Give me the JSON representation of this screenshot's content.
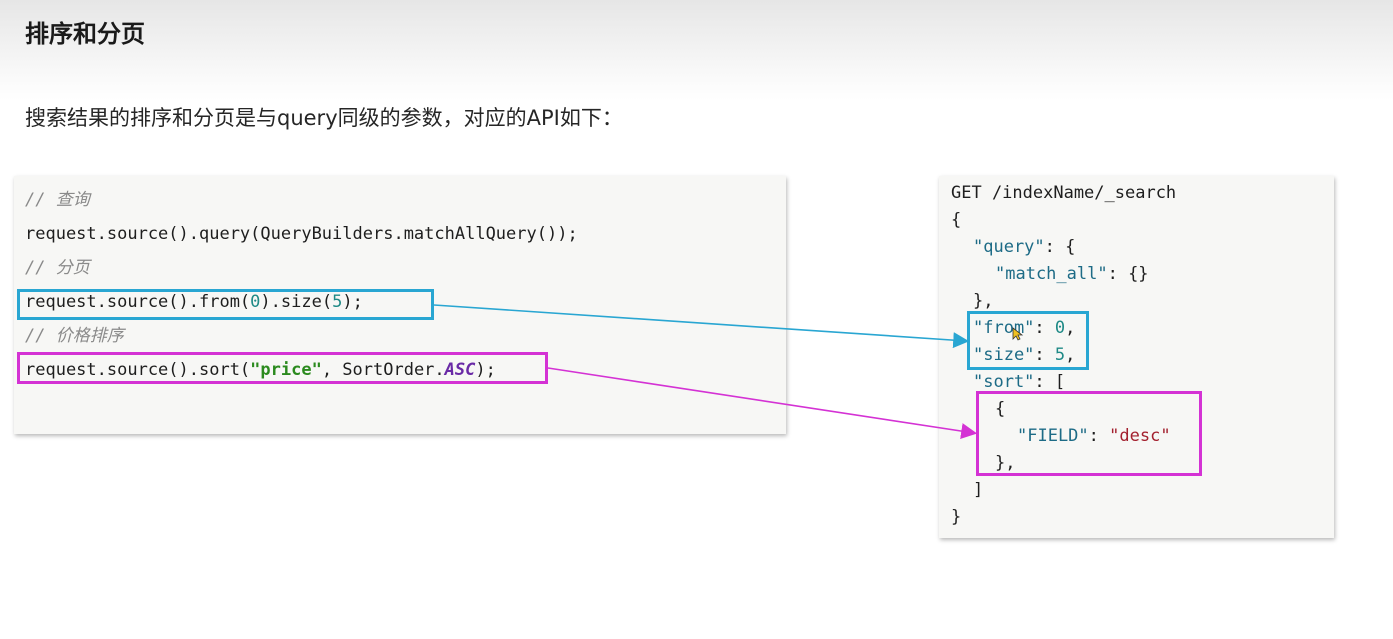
{
  "header": {
    "title": "排序和分页"
  },
  "intro": {
    "text": "搜索结果的排序和分页是与query同级的参数，对应的API如下："
  },
  "java_code": {
    "comment_query": "// 查询",
    "line_query": "request.source().query(QueryBuilders.matchAllQuery());",
    "comment_paging": "// 分页",
    "line_paging_a": "request.source().from(",
    "line_paging_from": "0",
    "line_paging_b": ").size(",
    "line_paging_size": "5",
    "line_paging_c": ");",
    "comment_sort": "// 价格排序",
    "line_sort_a": "request.source().sort(",
    "line_sort_field": "\"price\"",
    "line_sort_b": ", SortOrder.",
    "line_sort_order": "ASC",
    "line_sort_c": ");"
  },
  "dsl_code": {
    "request_line": "GET /indexName/_search",
    "open_brace": "{",
    "query_key": "\"query\"",
    "query_suffix": ": {",
    "match_all_key": "\"match_all\"",
    "match_all_suffix": ": {}",
    "query_close": "},",
    "from_key": "\"from\"",
    "from_value": "0",
    "size_key": "\"size\"",
    "size_value": "5",
    "sort_key": "\"sort\"",
    "sort_suffix": ": [",
    "sort_obj_open": "{",
    "field_key": "\"FIELD\"",
    "field_value": "\"desc\"",
    "sort_obj_close": "},",
    "sort_close": "]",
    "close_brace": "}"
  },
  "colors": {
    "highlight_paging": "#29a6d2",
    "highlight_sort": "#d432d4",
    "string_literal": "#2b8a1e",
    "enum_constant": "#6a2aa6",
    "number_literal": "#1f8a86",
    "json_key": "#1d6b86",
    "json_string": "#a3202e",
    "comment": "#8a8a8a"
  }
}
